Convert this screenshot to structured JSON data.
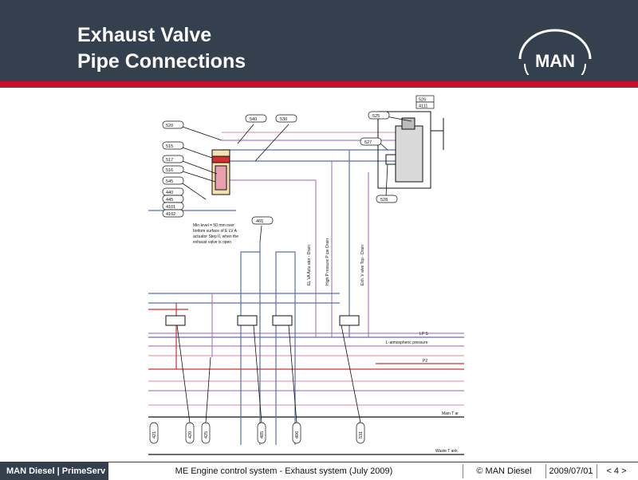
{
  "header": {
    "title_line1": "Exhaust Valve",
    "title_line2": "Pipe Connections",
    "logo_text": "MAN"
  },
  "diagram": {
    "labels": {
      "l520": "520",
      "l515": "515",
      "l517": "517",
      "l516": "516",
      "l545": "545",
      "l440": "440",
      "l445": "445",
      "l4101": "4101",
      "l4102": "4102",
      "l540": "540",
      "l530": "530",
      "l525": "525",
      "l526": "526",
      "l4111": "4111",
      "l527": "527",
      "l528": "528",
      "l465": "465",
      "b421": "421",
      "b420": "420",
      "b425": "425",
      "b405": "405",
      "b406": "406",
      "b531": "531"
    },
    "note_line1": "Min level = 50 mm over",
    "note_line2": "bottom surface of E  LV A",
    "note_line3": "actuator Step II, when the",
    "note_line4": "exhaust valve is open",
    "drain1": "EL VA Actu ator - Drain",
    "drain2": "High P ressure P  ipe Drain",
    "drain3": "Exh. V alve Top - Drain",
    "lps": "LP S",
    "latm": "L-atmospheric pressure",
    "p2": "P2",
    "main_tank": "Main T ar",
    "waste_tank": "Waste T ank",
    "colors": {
      "blue": "#5a6fb0",
      "purple": "#b07fc0",
      "red": "#d03030",
      "pink": "#e8a0b0",
      "black": "#111111"
    }
  },
  "footer": {
    "brand": "MAN Diesel | PrimeServ",
    "title": "ME Engine control system - Exhaust system (July 2009)",
    "copyright": "© MAN Diesel",
    "date": "2009/07/01",
    "page": "< 4 >"
  }
}
